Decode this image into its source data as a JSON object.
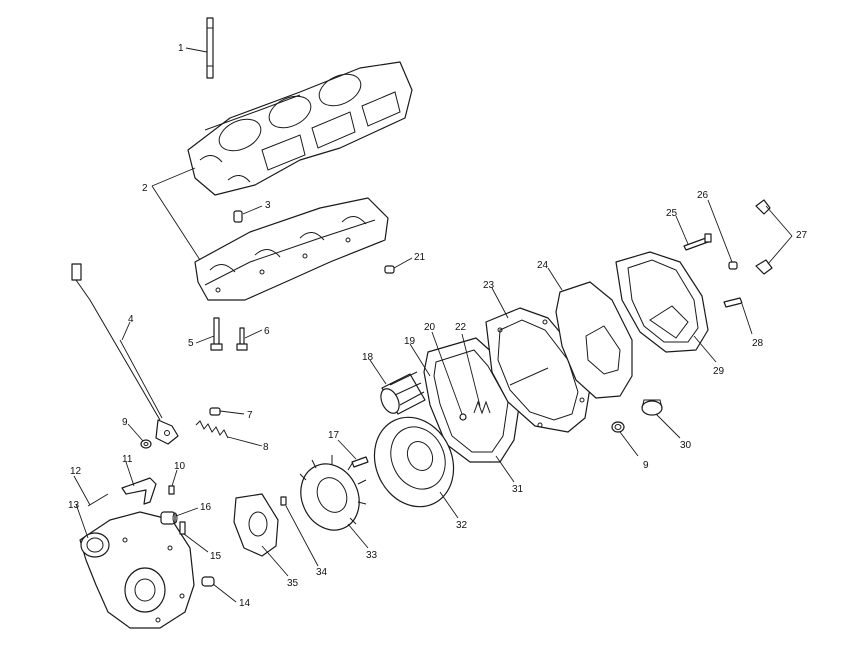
{
  "diagram": {
    "type": "exploded-parts-view",
    "callouts": [
      {
        "id": "c1",
        "label": "1"
      },
      {
        "id": "c2",
        "label": "2"
      },
      {
        "id": "c3",
        "label": "3"
      },
      {
        "id": "c4",
        "label": "4"
      },
      {
        "id": "c5",
        "label": "5"
      },
      {
        "id": "c6",
        "label": "6"
      },
      {
        "id": "c7",
        "label": "7"
      },
      {
        "id": "c8",
        "label": "8"
      },
      {
        "id": "c9a",
        "label": "9"
      },
      {
        "id": "c9b",
        "label": "9"
      },
      {
        "id": "c10",
        "label": "10"
      },
      {
        "id": "c11",
        "label": "11"
      },
      {
        "id": "c12",
        "label": "12"
      },
      {
        "id": "c13",
        "label": "13"
      },
      {
        "id": "c14",
        "label": "14"
      },
      {
        "id": "c15",
        "label": "15"
      },
      {
        "id": "c16",
        "label": "16"
      },
      {
        "id": "c17",
        "label": "17"
      },
      {
        "id": "c18",
        "label": "18"
      },
      {
        "id": "c19",
        "label": "19"
      },
      {
        "id": "c20",
        "label": "20"
      },
      {
        "id": "c21",
        "label": "21"
      },
      {
        "id": "c22",
        "label": "22"
      },
      {
        "id": "c23",
        "label": "23"
      },
      {
        "id": "c24",
        "label": "24"
      },
      {
        "id": "c25",
        "label": "25"
      },
      {
        "id": "c26",
        "label": "26"
      },
      {
        "id": "c27",
        "label": "27"
      },
      {
        "id": "c28",
        "label": "28"
      },
      {
        "id": "c29",
        "label": "29"
      },
      {
        "id": "c30",
        "label": "30"
      },
      {
        "id": "c31",
        "label": "31"
      },
      {
        "id": "c32",
        "label": "32"
      },
      {
        "id": "c33",
        "label": "33"
      },
      {
        "id": "c34",
        "label": "34"
      },
      {
        "id": "c35",
        "label": "35"
      }
    ]
  }
}
